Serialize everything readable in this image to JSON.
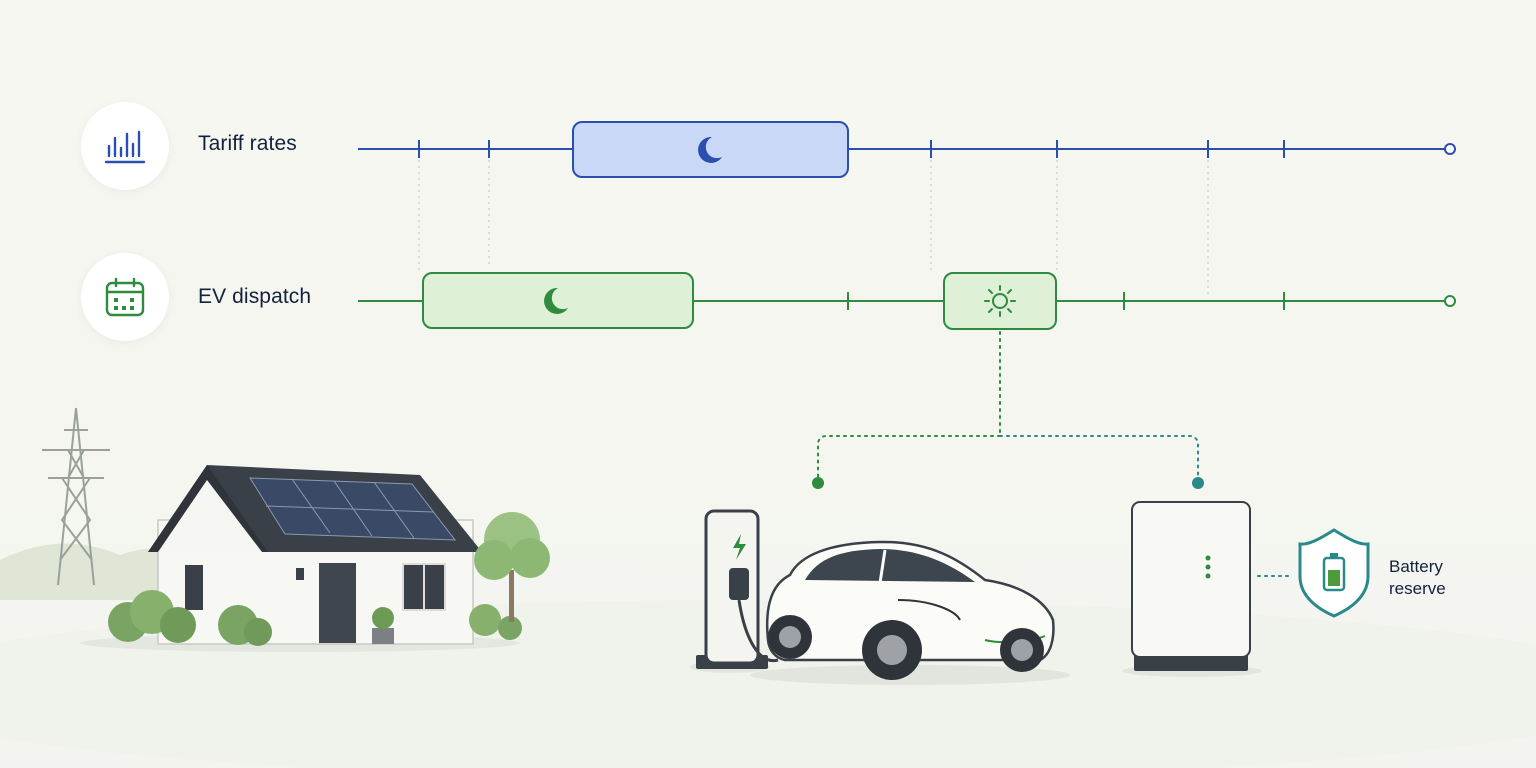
{
  "rows": [
    {
      "label": "Tariff rates",
      "icon": "bar-chart-icon",
      "color": "#2b4fb0"
    },
    {
      "label": "EV dispatch",
      "icon": "calendar-icon",
      "color": "#2e8b3f"
    }
  ],
  "battery": {
    "line1": "Battery",
    "line2": "reserve",
    "icon": "shield-battery-icon"
  },
  "colors": {
    "tariff_line": "#2b4fb0",
    "tariff_block_fill": "#c9d8f7",
    "dispatch_line": "#2e8b3f",
    "dispatch_block_fill": "#def0d6",
    "teal": "#2a8a8a",
    "background": "#f5f6f0"
  }
}
